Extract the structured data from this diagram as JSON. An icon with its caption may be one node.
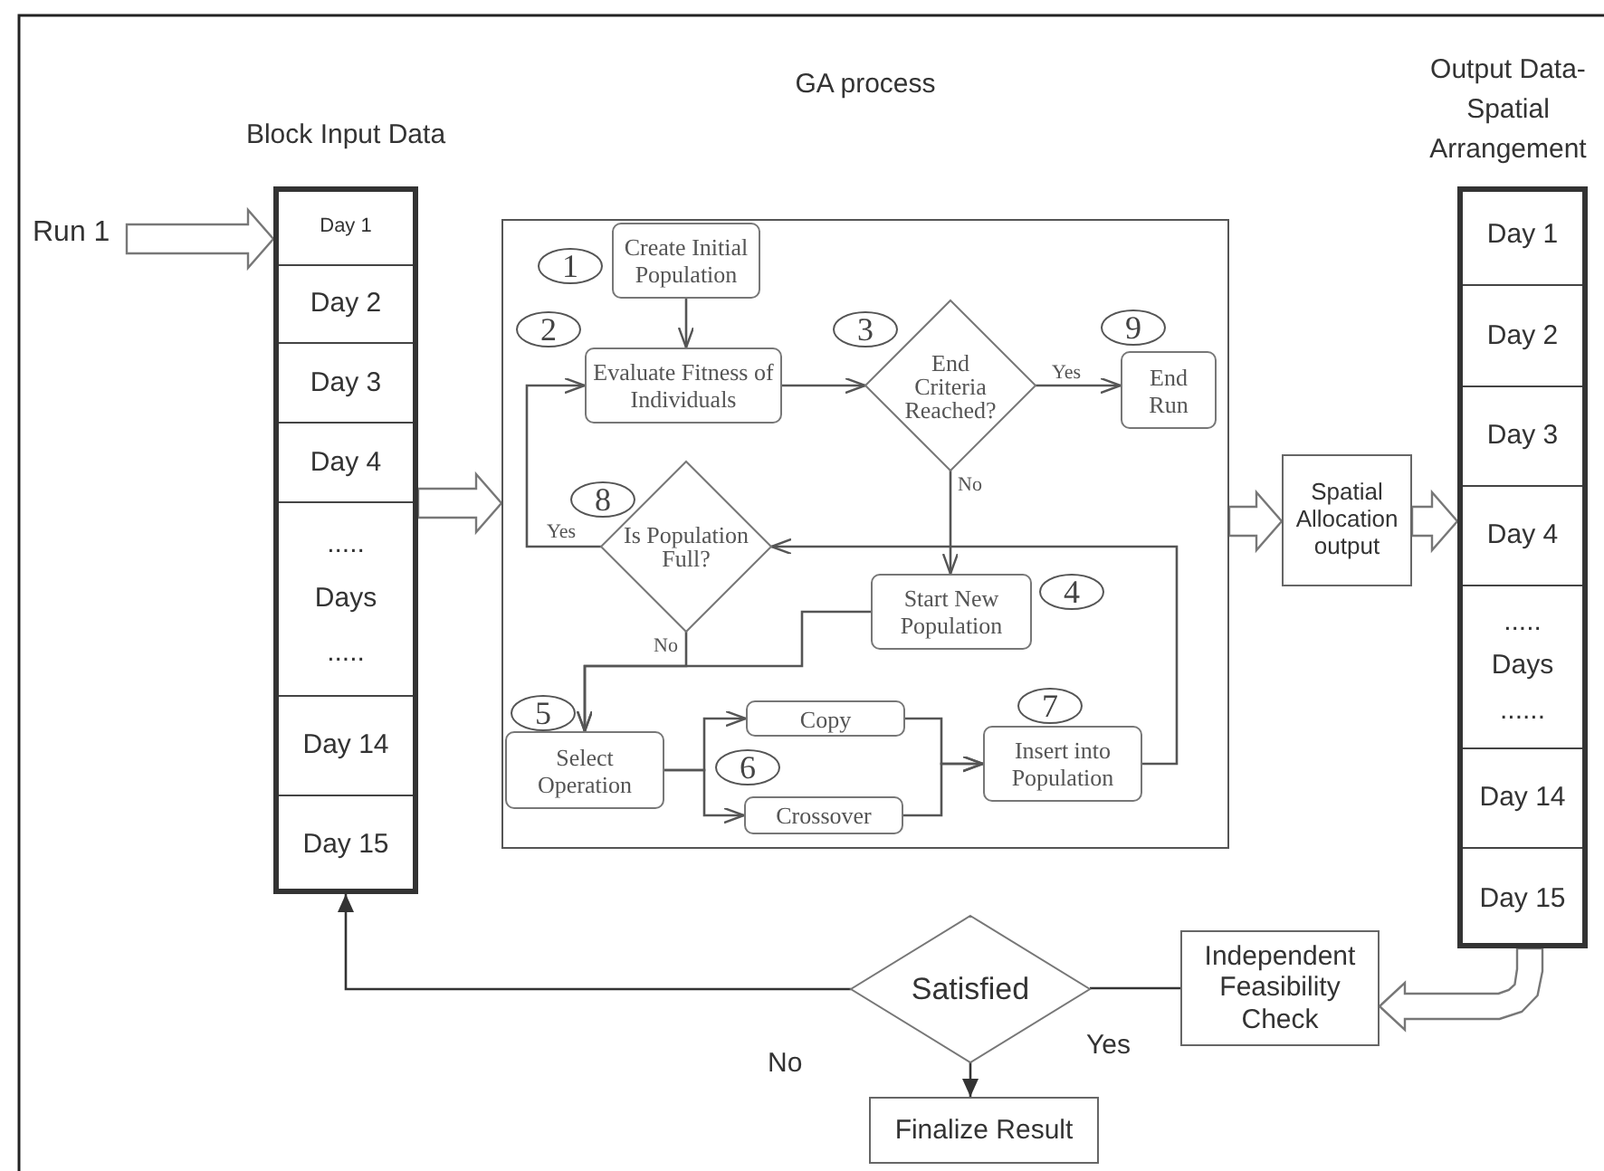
{
  "diagram": {
    "nodes": [
      {
        "text": [
          "Run 1"
        ]
      },
      {
        "text": [
          "Block Input Data"
        ]
      },
      {
        "text": [
          "Day 1"
        ],
        "in": 1
      },
      {
        "text": [
          "Day 2"
        ],
        "in": 1
      },
      {
        "text": [
          "Day 3"
        ],
        "in": 1
      },
      {
        "text": [
          "Day 4"
        ],
        "in": 1
      },
      {
        "text": [
          ".....",
          "Days",
          "....."
        ],
        "in": 1
      },
      {
        "text": [
          "Day 14"
        ],
        "in": 1
      },
      {
        "text": [
          "Day 15"
        ],
        "in": 1
      },
      {
        "text": [
          "GA process"
        ]
      },
      {
        "text": [
          "Create Initial Population"
        ],
        "in": 9,
        "beside": [
          "1"
        ]
      },
      {
        "text": [
          "Evaluate Fitness of Individuals"
        ],
        "in": 9,
        "beside": [
          "2"
        ]
      },
      {
        "text": [
          "End Criteria Reached?"
        ],
        "in": 9,
        "beside": [
          "3"
        ]
      },
      {
        "text": [
          "End Run"
        ],
        "in": 9,
        "beside": [
          "9"
        ]
      },
      {
        "text": [
          "Is Population Full?"
        ],
        "in": 9,
        "beside": [
          "8"
        ]
      },
      {
        "text": [
          "Start New Population"
        ],
        "in": 9,
        "beside": [
          "4"
        ]
      },
      {
        "text": [
          "Select Operation"
        ],
        "in": 9,
        "beside": [
          "5"
        ]
      },
      {
        "text": [
          "Copy"
        ],
        "in": 9
      },
      {
        "text": [
          "Crossover"
        ],
        "in": 9
      },
      {
        "text": [
          "Insert into Population"
        ],
        "in": 9,
        "beside": [
          "7"
        ]
      },
      {
        "text": [
          "Spatial Allocation output"
        ]
      },
      {
        "text": [
          "Output Data- Spatial Arrangement"
        ]
      },
      {
        "text": [
          "Day 1"
        ],
        "in": 21
      },
      {
        "text": [
          "Day 2"
        ],
        "in": 21
      },
      {
        "text": [
          "Day 3"
        ],
        "in": 21
      },
      {
        "text": [
          "Day 4"
        ],
        "in": 21
      },
      {
        "text": [
          ".....",
          "Days",
          "......"
        ],
        "in": 21
      },
      {
        "text": [
          "Day 14"
        ],
        "in": 21
      },
      {
        "text": [
          "Day 15"
        ],
        "in": 21
      },
      {
        "text": [
          "Independent Feasibility Check"
        ]
      },
      {
        "text": [
          "Satisfied"
        ]
      },
      {
        "text": [
          "Finalize Result"
        ]
      }
    ],
    "edges": [
      {
        "from": 0,
        "to": 2,
        "arrow": "to",
        "style": "thick"
      },
      {
        "from": 1,
        "to": 9,
        "arrow": "to",
        "style": "thick"
      },
      {
        "from": 9,
        "to": 20,
        "arrow": "to",
        "style": "thick"
      },
      {
        "from": 20,
        "to": 21,
        "arrow": "to",
        "style": "thick"
      },
      {
        "from": 21,
        "to": 29,
        "arrow": "to",
        "style": "thick"
      },
      {
        "from": 10,
        "to": 11,
        "arrow": "to"
      },
      {
        "from": 11,
        "to": 12,
        "arrow": "to"
      },
      {
        "from": 12,
        "to": 13,
        "arrow": "to",
        "label": "Yes"
      },
      {
        "from": 12,
        "to": 15,
        "arrow": "to",
        "label": "No"
      },
      {
        "from": 14,
        "to": 11,
        "arrow": "to",
        "label": "Yes"
      },
      {
        "from": 14,
        "to": 16,
        "arrow": "to",
        "label": "No"
      },
      {
        "from": 15,
        "to": 16,
        "arrow": "to"
      },
      {
        "from": 16,
        "to": 17,
        "arrow": "to"
      },
      {
        "from": 16,
        "to": 18,
        "arrow": "to"
      },
      {
        "from": 17,
        "to": 19,
        "arrow": "to"
      },
      {
        "from": 18,
        "to": 19,
        "arrow": "to"
      },
      {
        "from": 19,
        "to": 14,
        "arrow": "to"
      },
      {
        "from": 29,
        "to": 30,
        "arrow": "none"
      },
      {
        "from": 30,
        "to": 1,
        "arrow": "to",
        "label": "No"
      },
      {
        "from": 30,
        "to": 31,
        "arrow": "to",
        "label": "Yes"
      }
    ],
    "labels": [
      "6"
    ]
  }
}
